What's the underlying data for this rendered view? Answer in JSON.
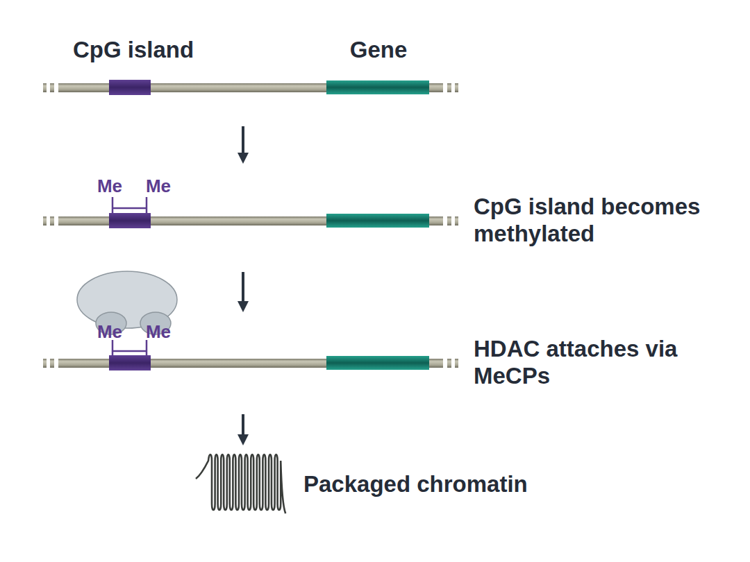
{
  "diagram": {
    "labels": [
      "CpG island",
      "Gene",
      "Me",
      "Me",
      "CpG island becomes methylated",
      "Me",
      "Me",
      "HDAC attaches via MeCPs",
      "Packaged chromatin"
    ]
  }
}
